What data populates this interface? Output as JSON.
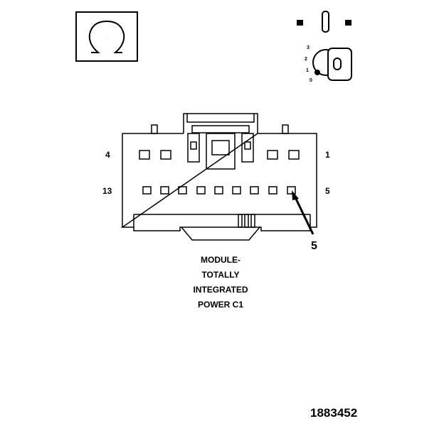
{
  "symbols": {
    "ground_symbol": "Ω",
    "ignition_icon": "key-switch-icon",
    "key_positions": [
      "3",
      "2",
      "1",
      "0"
    ]
  },
  "connector": {
    "pin_label_top_left": "4",
    "pin_label_top_right": "1",
    "pin_label_bottom_left": "13",
    "pin_label_bottom_right": "5",
    "callout": "5"
  },
  "caption": {
    "line1": "MODULE-",
    "line2": "TOTALLY",
    "line3": "INTEGRATED",
    "line4": "POWER C1"
  },
  "figure_number": "1883452"
}
